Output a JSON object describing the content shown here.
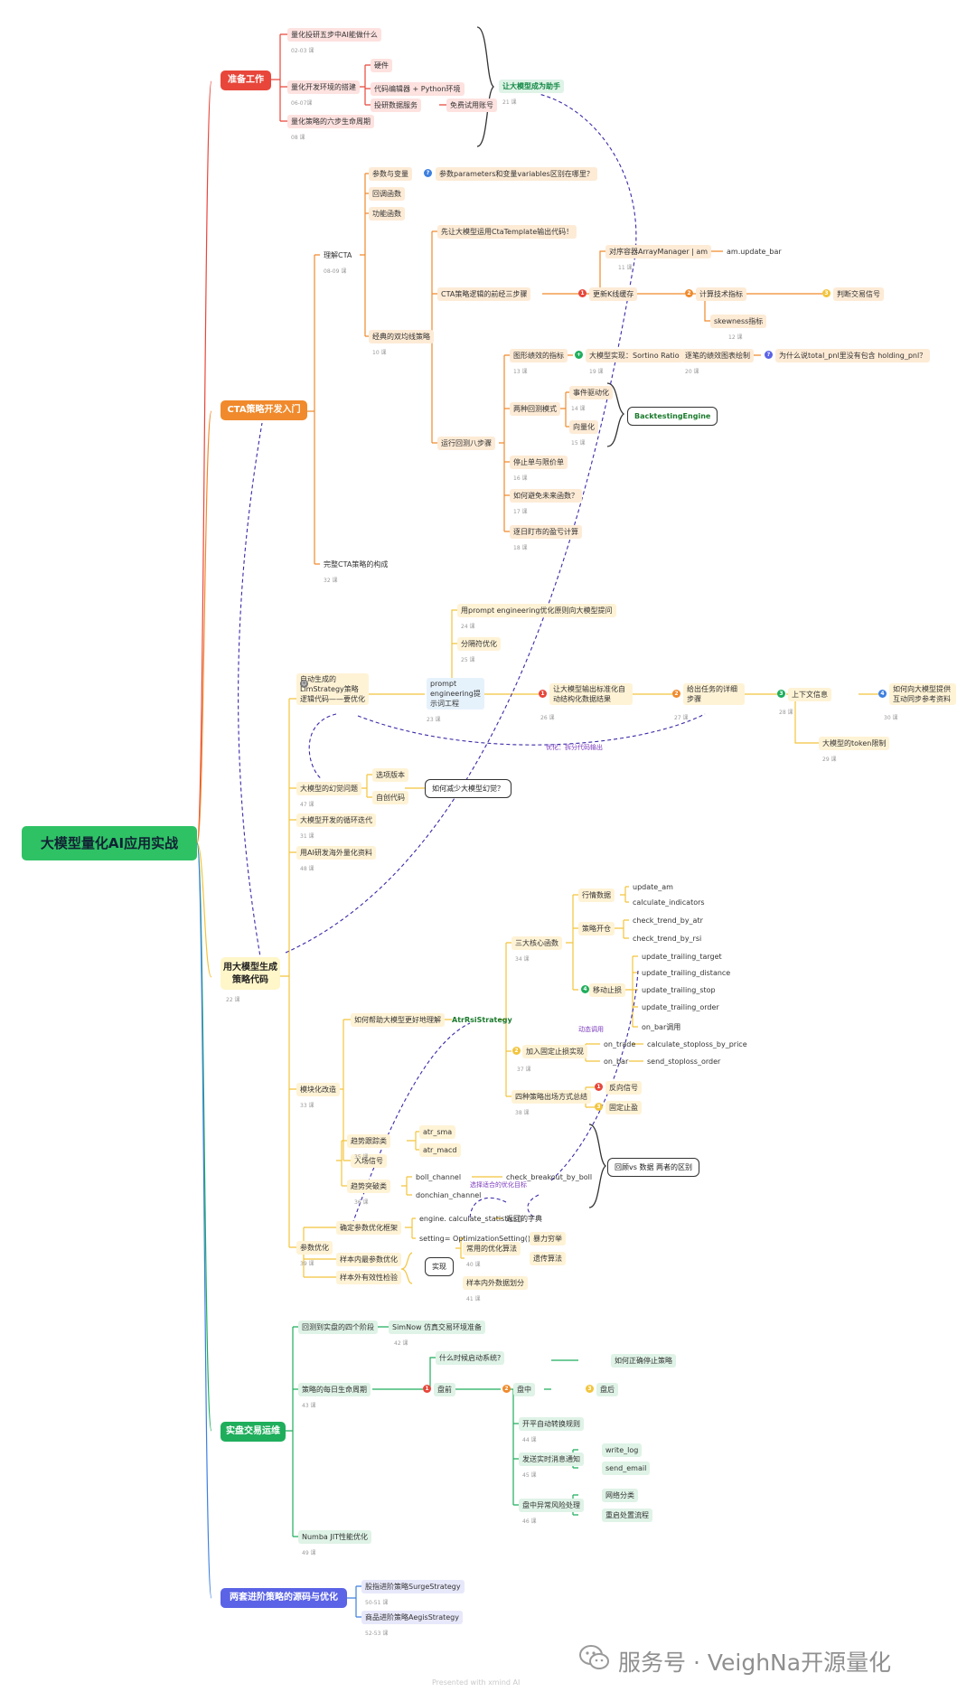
{
  "root": "大模型量化AI应用实战",
  "watermark": {
    "brand": "服务号 · VeighNa开源量化",
    "presented": "Presented with xmind AI"
  },
  "sections": {
    "prep": {
      "title": "准备工作",
      "items": [
        "量化投研五步中AI能做什么",
        "量化开发环境的搭建",
        "量化策略的六步生命周期",
        "硬件",
        "代码编辑器 + Python环境",
        "投研数据服务",
        "免费试用账号",
        "让大模型成为助手"
      ],
      "subs": [
        "02-03 课",
        "06-07课",
        "08 课",
        "21 课"
      ]
    },
    "cta": {
      "title": "CTA策略开发入门",
      "items": [
        "理解CTA",
        "完整CTA策略的构成",
        "参数与变量",
        "参数parameters和变量variables区别在哪里？",
        "回调函数",
        "功能函数",
        "经典的双均线策略",
        "先让大模型运用CtaTemplate输出代码！",
        "CTA策略逻辑的前经三步骤",
        "对序容器ArrayManager | am",
        "am.update_bar",
        "更新K线缓存",
        "计算技术指标",
        "判断交易信号",
        "skewness指标",
        "运行回测八步骤",
        "图形绩效的指标",
        "大模型实现：Sortino Ratio",
        "逐笔的绩效图表绘制",
        "为什么说total_pnl里没有包含 holding_pnl？",
        "两种回测模式",
        "事件驱动化",
        "向量化",
        "BacktestingEngine",
        "停止单与限价单",
        "如何避免未来函数？",
        "逐日盯市的盈亏计算"
      ],
      "subs": [
        "08-09 课",
        "10 课",
        "11 课",
        "12 课",
        "13 课",
        "19 课",
        "20 课",
        "14 课",
        "15 课",
        "16 课",
        "17 课",
        "18 课",
        "32 课"
      ]
    },
    "gen": {
      "title": "用大模型生成策略代码",
      "items": [
        "自动生成的LimStrategy策略逻辑代码——要优化",
        "prompt engineering提示词工程",
        "用prompt engineering优化原则向大模型提问",
        "分隔符优化",
        "让大模型输出标准化自动结构化数据结果",
        "给出任务的详细步骤",
        "上下文信息",
        "如何向大模型提供互动同步参考资料",
        "大模型的token限制",
        "优化：拆分代码输出",
        "大模型的幻觉问题",
        "选项版本",
        "自创代码",
        "如何减少大模型幻觉？",
        "大模型开发的循环迭代",
        "用AI研发海外量化资料",
        "模块化改造",
        "如何帮助大模型更好地理解",
        "AtrRsiStrategy",
        "三大核心函数",
        "行情数据",
        "update_am",
        "calculate_indicators",
        "策略开仓",
        "check_trend_by_atr",
        "check_trend_by_rsi",
        "移动止损",
        "update_trailing_target",
        "update_trailing_distance",
        "update_trailing_stop",
        "update_trailing_order",
        "on_bar调用",
        "加入固定止损实现",
        "on_trade",
        "calculate_stoploss_by_price",
        "on_bar",
        "send_stoploss_order",
        "四种策略出场方式总结",
        "反向信号",
        "固定止盈",
        "动态调用",
        "入场信号",
        "趋势跟踪类",
        "atr_sma",
        "atr_macd",
        "趋势突破类",
        "boll_channel",
        "check_breakout_by_boll",
        "donchian_channel",
        "选择适合的优化目标",
        "回顾vs 数据 两者的区别",
        "参数优化",
        "确定参数优化框架",
        "engine. calculate_statistics()",
        "返回的字典",
        "setting= OptimizationSetting()",
        "样本内最参数优化",
        "样本外有效性检验",
        "实现",
        "常用的优化算法",
        "暴力穷举",
        "遗传算法",
        "样本内外数据划分"
      ],
      "subs": [
        "22 课",
        "23 课",
        "24 课",
        "25 课",
        "26 课",
        "27 课",
        "28 课",
        "29 课",
        "30 课",
        "47 课",
        "31 课",
        "48 课",
        "33 课",
        "34 课",
        "37 课",
        "38 课",
        "35 课",
        "36 课",
        "39 课",
        "40 课",
        "41 课"
      ]
    },
    "live": {
      "title": "实盘交易运维",
      "items": [
        "回测到实盘的四个阶段",
        "SimNow 仿真交易环境准备",
        "策略的每日生命周期",
        "盘前",
        "什么时候启动系统?",
        "盘中",
        "盘后",
        "如何正确停止策略",
        "开平自动转换规则",
        "发送实时消息通知",
        "write_log",
        "send_email",
        "盘中异常风险处理",
        "网络分类",
        "重启处置流程",
        "Numba JIT性能优化"
      ],
      "subs": [
        "42 课",
        "43 课",
        "44 课",
        "45 课",
        "46 课",
        "49 课"
      ]
    },
    "adv": {
      "title": "两套进阶策略的源码与优化",
      "items": [
        "股指进阶策略SurgeStrategy",
        "商品进阶策略AegisStrategy"
      ],
      "subs": [
        "50-51 课",
        "52-53 课"
      ]
    }
  },
  "colors": {
    "red": "#e8463a",
    "orange": "#f08a2c",
    "yellow": "#f2c43c",
    "blue": "#3d7fe0",
    "green": "#1fae5c",
    "purple": "#5b63e6",
    "link": "#3a2aa8"
  }
}
